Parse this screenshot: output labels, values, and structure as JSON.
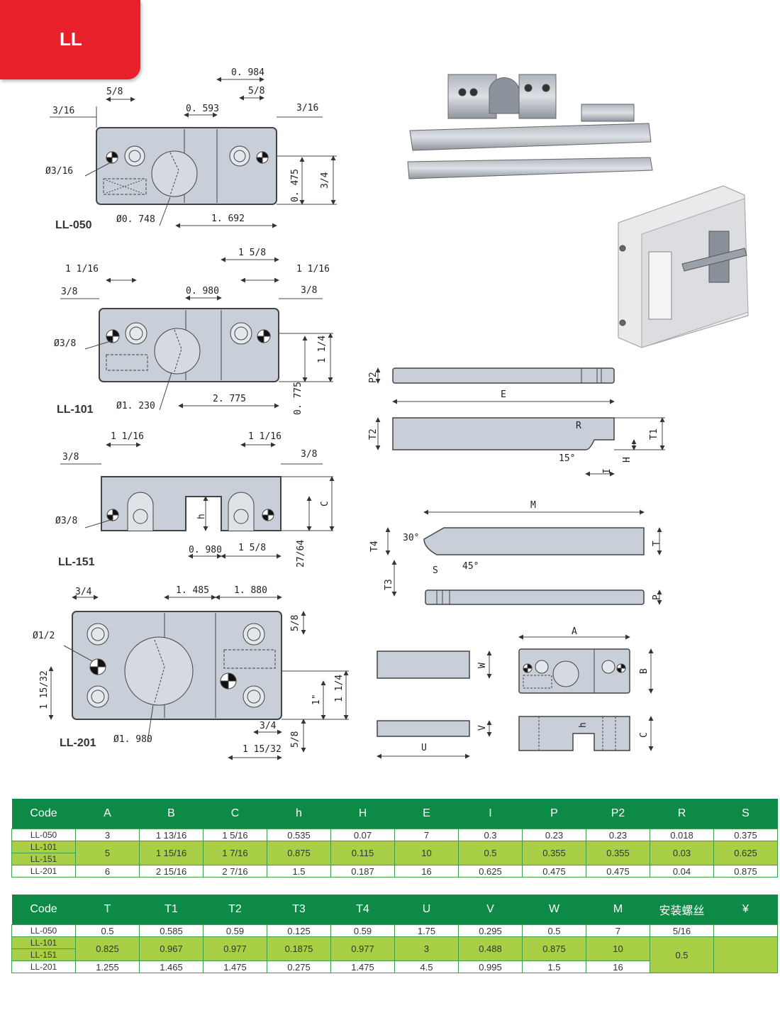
{
  "header": {
    "tag": "LL"
  },
  "drawings": {
    "ll050": {
      "label": "LL-050",
      "d1": "3/16",
      "d2": "5/8",
      "d3": "0. 593",
      "d4": "0. 984",
      "d5": "5/8",
      "d6": "3/16",
      "d7": "Ø3/16",
      "d8": "0. 475",
      "d9": "3/4",
      "d10": "Ø0. 748",
      "d11": "1. 692"
    },
    "ll101": {
      "label": "LL-101",
      "d1": "1 5/8",
      "d2": "1 1/16",
      "d3": "1 1/16",
      "d4": "3/8",
      "d5": "0. 980",
      "d6": "3/8",
      "d7": "Ø3/8",
      "d8": "1 1/4",
      "d9": "Ø1. 230",
      "d10": "2. 775",
      "d11": "0. 775"
    },
    "ll151": {
      "label": "LL-151",
      "d1": "1 1/16",
      "d2": "1 1/16",
      "d3": "3/8",
      "d4": "3/8",
      "d5": "Ø3/8",
      "d6": "h",
      "d7": "C",
      "d8": "0. 980",
      "d9": "1 5/8",
      "d10": "27/64"
    },
    "ll201": {
      "label": "LL-201",
      "d1": "3/4",
      "d2": "1. 485",
      "d3": "1. 880",
      "d4": "Ø1/2",
      "d5": "5/8",
      "d6": "1 15/32",
      "d7": "1\"",
      "d8": "1 1/4",
      "d9": "3/4",
      "d10": "Ø1. 980",
      "d11": "1 15/32",
      "d12": "5/8"
    },
    "parts": {
      "p2": "P2",
      "e": "E",
      "t2": "T2",
      "r": "R",
      "t1": "T1",
      "deg15": "15°",
      "h": "H",
      "i": "I",
      "m": "M",
      "t4": "T4",
      "deg30": "30°",
      "t": "T",
      "s": "S",
      "deg45": "45°",
      "t3": "T3",
      "p": "P",
      "a": "A",
      "w": "W",
      "b": "B",
      "v": "V",
      "u": "U",
      "hh": "h",
      "c": "C"
    }
  },
  "table1": {
    "headers": [
      "Code",
      "A",
      "B",
      "C",
      "h",
      "H",
      "E",
      "I",
      "P",
      "P2",
      "R",
      "S"
    ],
    "r1": [
      "LL-050",
      "3",
      "1 13/16",
      "1 5/16",
      "0.535",
      "0.07",
      "7",
      "0.3",
      "0.23",
      "0.23",
      "0.018",
      "0.375"
    ],
    "r2a": "LL-101",
    "r2b": "LL-151",
    "r2": [
      "5",
      "1 15/16",
      "1 7/16",
      "0.875",
      "0.115",
      "10",
      "0.5",
      "0.355",
      "0.355",
      "0.03",
      "0.625"
    ],
    "r3": [
      "LL-201",
      "6",
      "2 15/16",
      "2 7/16",
      "1.5",
      "0.187",
      "16",
      "0.625",
      "0.475",
      "0.475",
      "0.04",
      "0.875"
    ]
  },
  "table2": {
    "headers": [
      "Code",
      "T",
      "T1",
      "T2",
      "T3",
      "T4",
      "U",
      "V",
      "W",
      "M",
      "安装螺丝",
      "¥"
    ],
    "r1": [
      "LL-050",
      "0.5",
      "0.585",
      "0.59",
      "0.125",
      "0.59",
      "1.75",
      "0.295",
      "0.5",
      "7",
      "5/16",
      ""
    ],
    "r2a": "LL-101",
    "r2b": "LL-151",
    "r2": [
      "0.825",
      "0.967",
      "0.977",
      "0.1875",
      "0.977",
      "3",
      "0.488",
      "0.875",
      "10"
    ],
    "screw2": "0.5",
    "r3": [
      "LL-201",
      "1.255",
      "1.465",
      "1.475",
      "0.275",
      "1.475",
      "4.5",
      "0.995",
      "1.5",
      "16"
    ]
  },
  "colors": {
    "red": "#e8202a",
    "green_header": "#0d8a46",
    "lime": "#a8cf45",
    "part_fill": "#c9cfd8"
  }
}
